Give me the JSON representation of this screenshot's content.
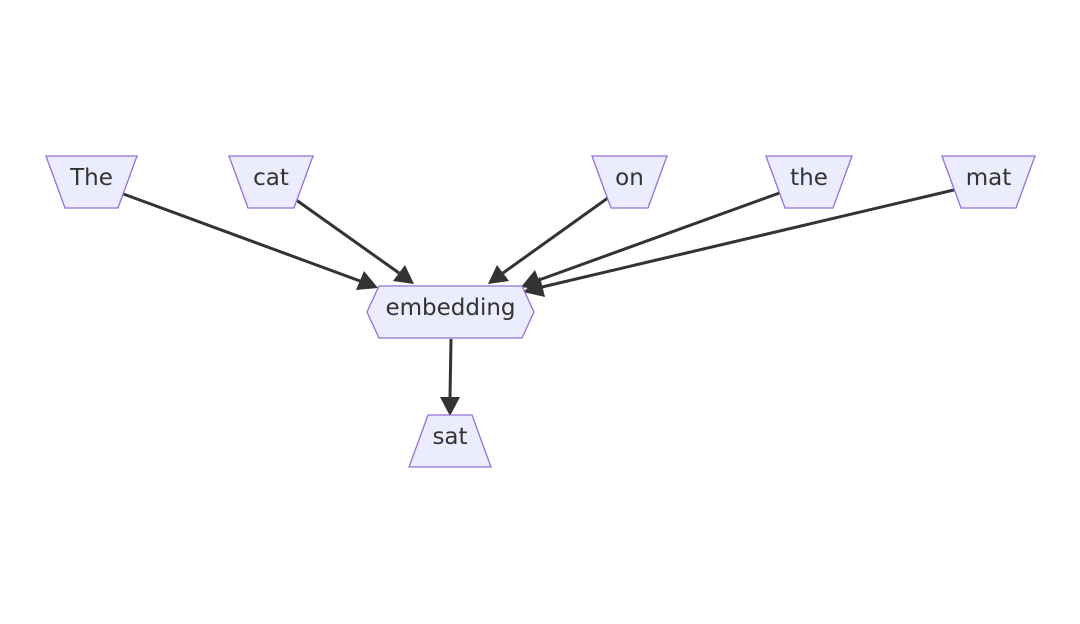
{
  "diagram": {
    "inputs": [
      {
        "id": "the1",
        "label": "The"
      },
      {
        "id": "cat",
        "label": "cat"
      },
      {
        "id": "on",
        "label": "on"
      },
      {
        "id": "the2",
        "label": "the"
      },
      {
        "id": "mat",
        "label": "mat"
      }
    ],
    "embedding": {
      "id": "embedding",
      "label": "embedding"
    },
    "output": {
      "id": "sat",
      "label": "sat"
    },
    "edges": [
      {
        "from": "the1",
        "to": "embedding"
      },
      {
        "from": "cat",
        "to": "embedding"
      },
      {
        "from": "on",
        "to": "embedding"
      },
      {
        "from": "the2",
        "to": "embedding"
      },
      {
        "from": "mat",
        "to": "embedding"
      },
      {
        "from": "embedding",
        "to": "sat"
      }
    ],
    "colors": {
      "node_fill": "#ECECFF",
      "node_stroke": "#9370DB",
      "edge": "#333333",
      "text": "#333333"
    }
  }
}
